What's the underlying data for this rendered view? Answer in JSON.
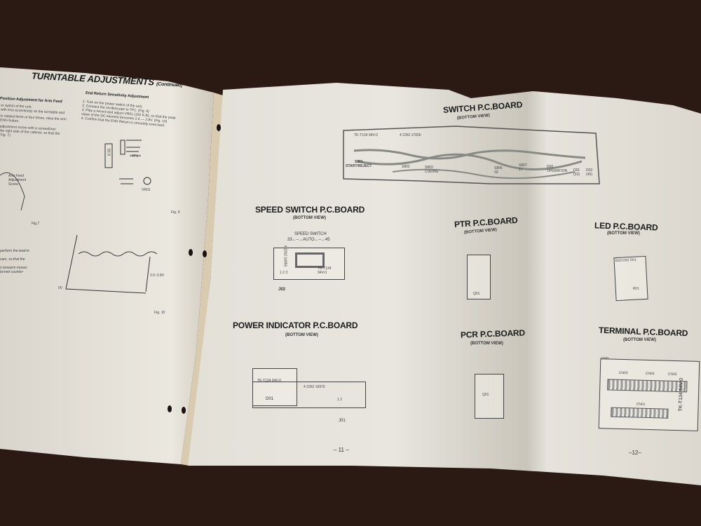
{
  "left_page": {
    "title": "TURNTABLE ADJUSTMENTS",
    "title_suffix": "(Continued)",
    "section_left": "Position Adjustment for Arm Feed",
    "left_lines": [
      "er switch of the unit.",
      "with less eccentricity on the turntable and",
      "is rotated three or four times, raise the arm",
      "ENG button.",
      "adjustment screw with a screwdriver",
      "the right side of the cabinet, so that the",
      "(Fig. 7)"
    ],
    "arm_feed_label": "Arm Feed Adjustment Screw",
    "fig7": "Fig.7",
    "lower_lines": [
      "perform the lead-in",
      "cam, so that the",
      "n tonearm moves",
      "turned counter-"
    ],
    "section_right": "End Return Sensitivity Adjustment",
    "steps": [
      "1.  Turn on the power switch of the unit.",
      "2.  Connect the oscilloscope to TP1. (Fig. 9)",
      "3.  Play a record and adjust VR01 (100 K-B), so that the peak",
      "     value of the DC element becomes 2.6 — 2.8V. (Fig. 10)",
      "4.  Confirm that the END Return is smoothly exercised."
    ],
    "ic_label": "IC05",
    "tp1": "TP1",
    "vr01": "VR01",
    "fig9": "Fig. 9",
    "zero_v": "0V",
    "voltage": "2.6~2.8V",
    "fig10": "Fig. 10"
  },
  "page11": {
    "speed_switch": {
      "title": "SPEED SWITCH P.C.BOARD",
      "sub": "(BOTTOM VIEW)",
      "switch_label": "SPEED SWITCH",
      "positions": "33←–→AUTO←–→45",
      "code": "TK-T134\n94V-0",
      "side_code": "4 2262 16950",
      "pins": "1  2  3",
      "connector": "J02"
    },
    "power_indicator": {
      "title": "POWER INDICATOR P.C.BOARD",
      "sub": "(BOTTOM VIEW)",
      "code": "TK-T134 94V-0",
      "part_no": "4 2262 16970",
      "led": "D01",
      "pins": "1  2",
      "connector": "J01"
    },
    "page_number": "– 11 –"
  },
  "page12": {
    "switch_board": {
      "title": "SWITCH P.C.BOARD",
      "sub": "(BOTTOM VIEW)",
      "code": "TK-T134 94V-0",
      "part_no": "4 2262 17000",
      "labels": [
        "S801\nSTART/REJECT",
        "S802",
        "S803\nCUEING",
        "S806\n33",
        "S807\n17",
        "D02\nOPERATION",
        "D01\n(33)",
        "D03\n(45)"
      ]
    },
    "ptr": {
      "title": "PTR P.C.BOARD",
      "sub": "(BOTTOM VIEW)",
      "label": "Q01"
    },
    "led": {
      "title": "LED P.C.BOARD",
      "sub": "(BOTTOM VIEW)",
      "labels": "D03  D02  D01",
      "r": "R01"
    },
    "pcr": {
      "title": "PCR P.C.BOARD",
      "sub": "(BOTTOM VIEW)",
      "label": "Q01"
    },
    "terminal": {
      "title": "TERMINAL P.C.BOARD",
      "sub": "(BOTTOM VIEW)",
      "gnd": "GND",
      "connectors": [
        "CN03",
        "CN04",
        "CN05",
        "CN01"
      ],
      "code": "TK-T134 94V-0"
    },
    "page_number": "–12–"
  }
}
